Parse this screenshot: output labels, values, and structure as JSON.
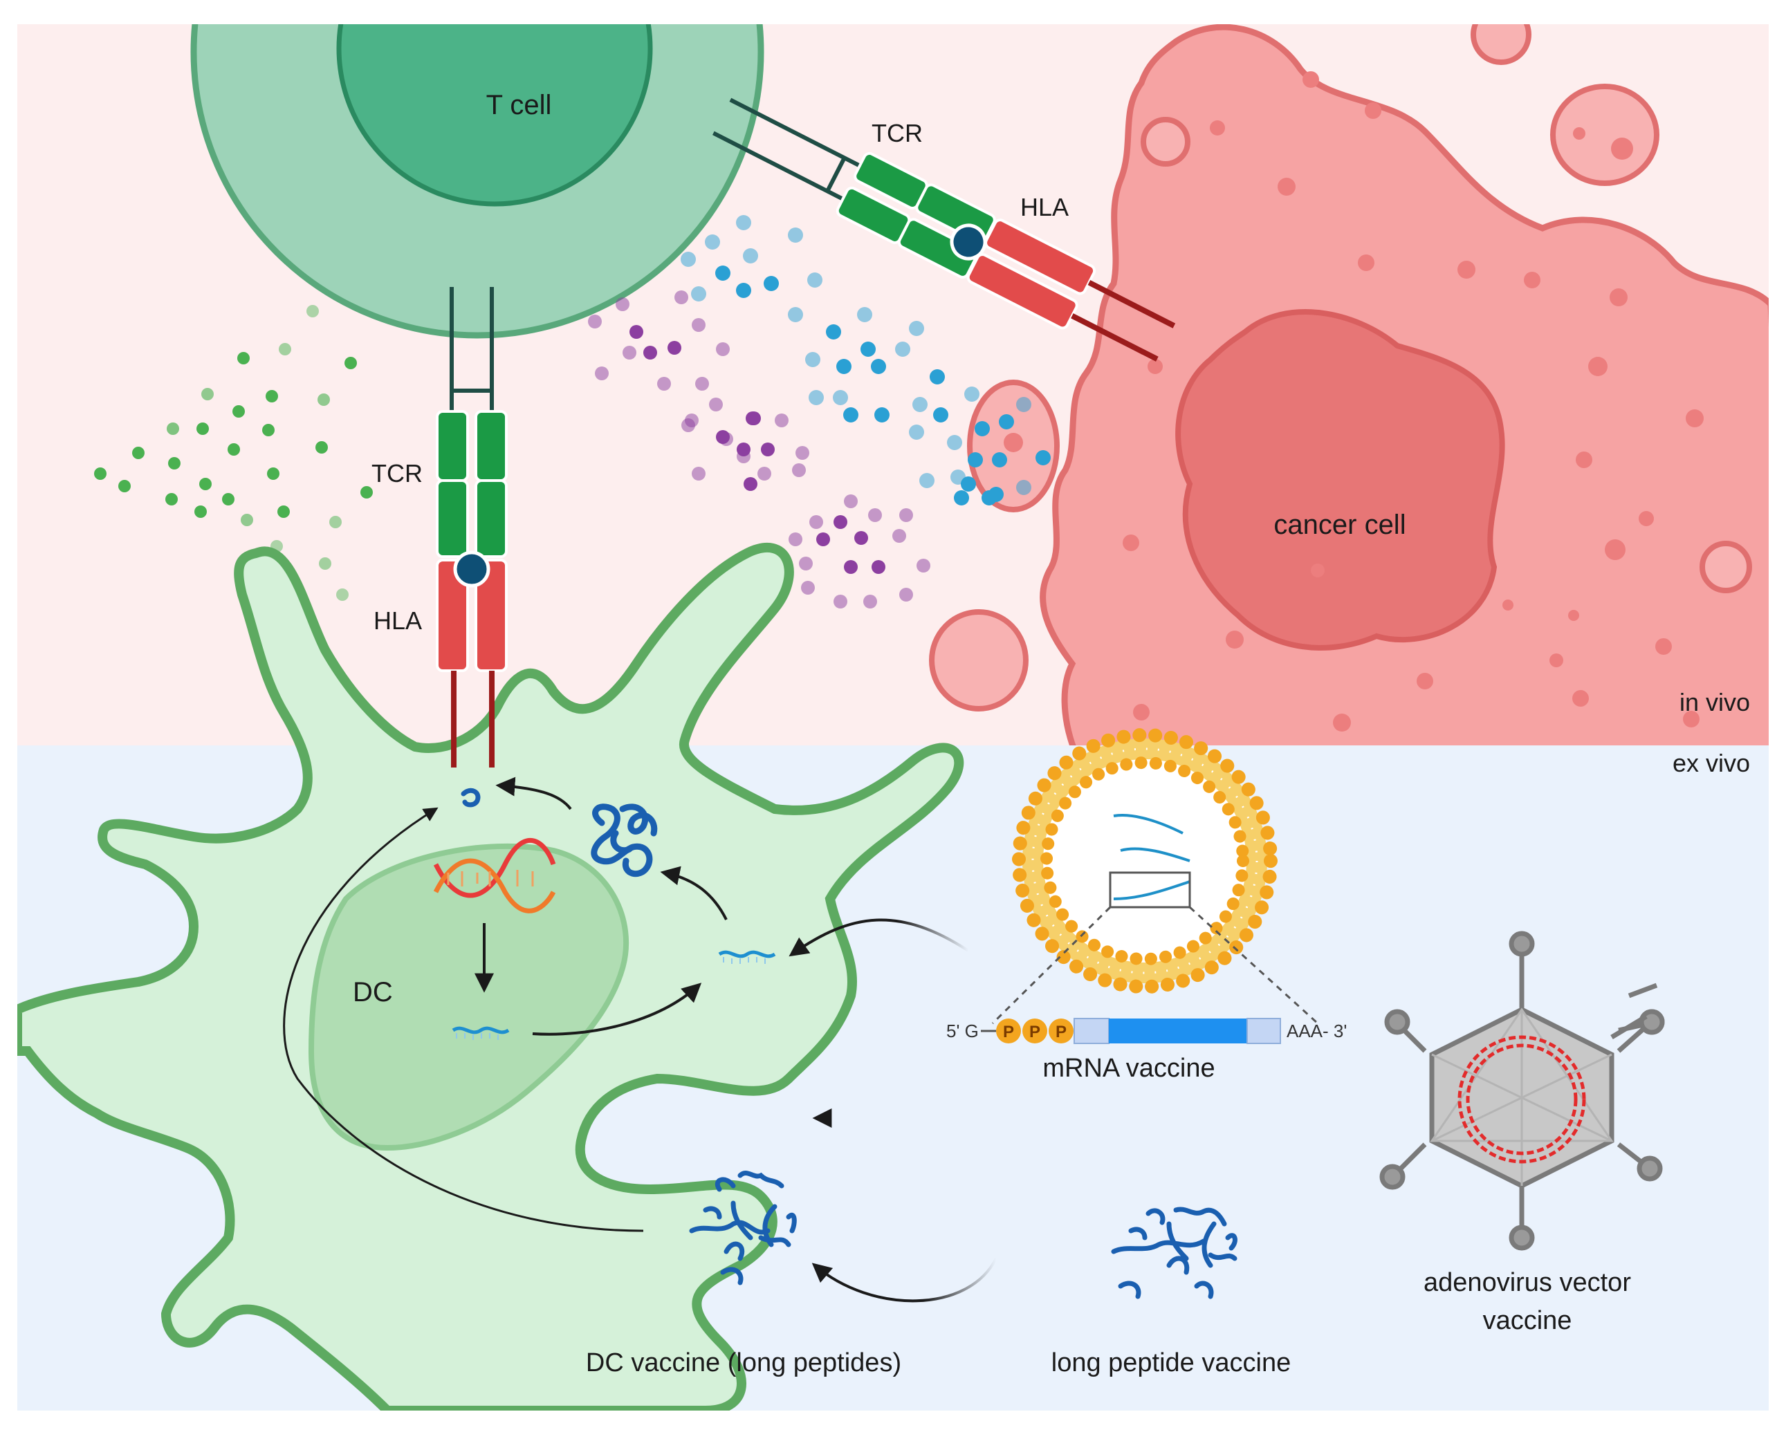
{
  "labels": {
    "t_cell": "T cell",
    "tcr_top": "TCR",
    "hla_top": "HLA",
    "tcr_left": "TCR",
    "hla_left": "HLA",
    "cancer_cell": "cancer cell",
    "dc": "DC",
    "in_vivo": "in vivo",
    "ex_vivo": "ex vivo",
    "mrna_vaccine": "mRNA vaccine",
    "mrna_five_prime": "5' G",
    "mrna_phosphate": "P",
    "mrna_three_prime": "AAA- 3'",
    "adenovirus_line1": "adenovirus vector",
    "adenovirus_line2": "vaccine",
    "dc_vaccine": "DC vaccine (long peptides)",
    "long_peptide_vaccine": "long peptide vaccine"
  },
  "colors": {
    "in_vivo_bg": "#fdeeee",
    "ex_vivo_bg": "#eaf2fc",
    "t_cell_outer": "#9dd3b8",
    "t_cell_inner": "#4cb388",
    "cancer_cell": "#f6a3a3",
    "cancer_nucleus": "#e77676",
    "dc_body": "#d5f1d9",
    "dc_nucleus": "#b0ddb3",
    "tcr_green": "#1b9a45",
    "hla_red": "#e24b4b",
    "peptide_blue": "#1a5fb0",
    "lipid_orange": "#f3a51f",
    "mrna_blue": "#1e90f0"
  },
  "icons": [
    "t-cell-icon",
    "cancer-cell-icon",
    "dendritic-cell-icon",
    "tcr-hla-complex-icon",
    "cytokine-dots-icon",
    "dna-helix-icon",
    "mrna-strand-icon",
    "folded-protein-icon",
    "lipid-nanoparticle-icon",
    "adenovirus-capsid-icon",
    "long-peptide-icon",
    "arrow-icon"
  ]
}
